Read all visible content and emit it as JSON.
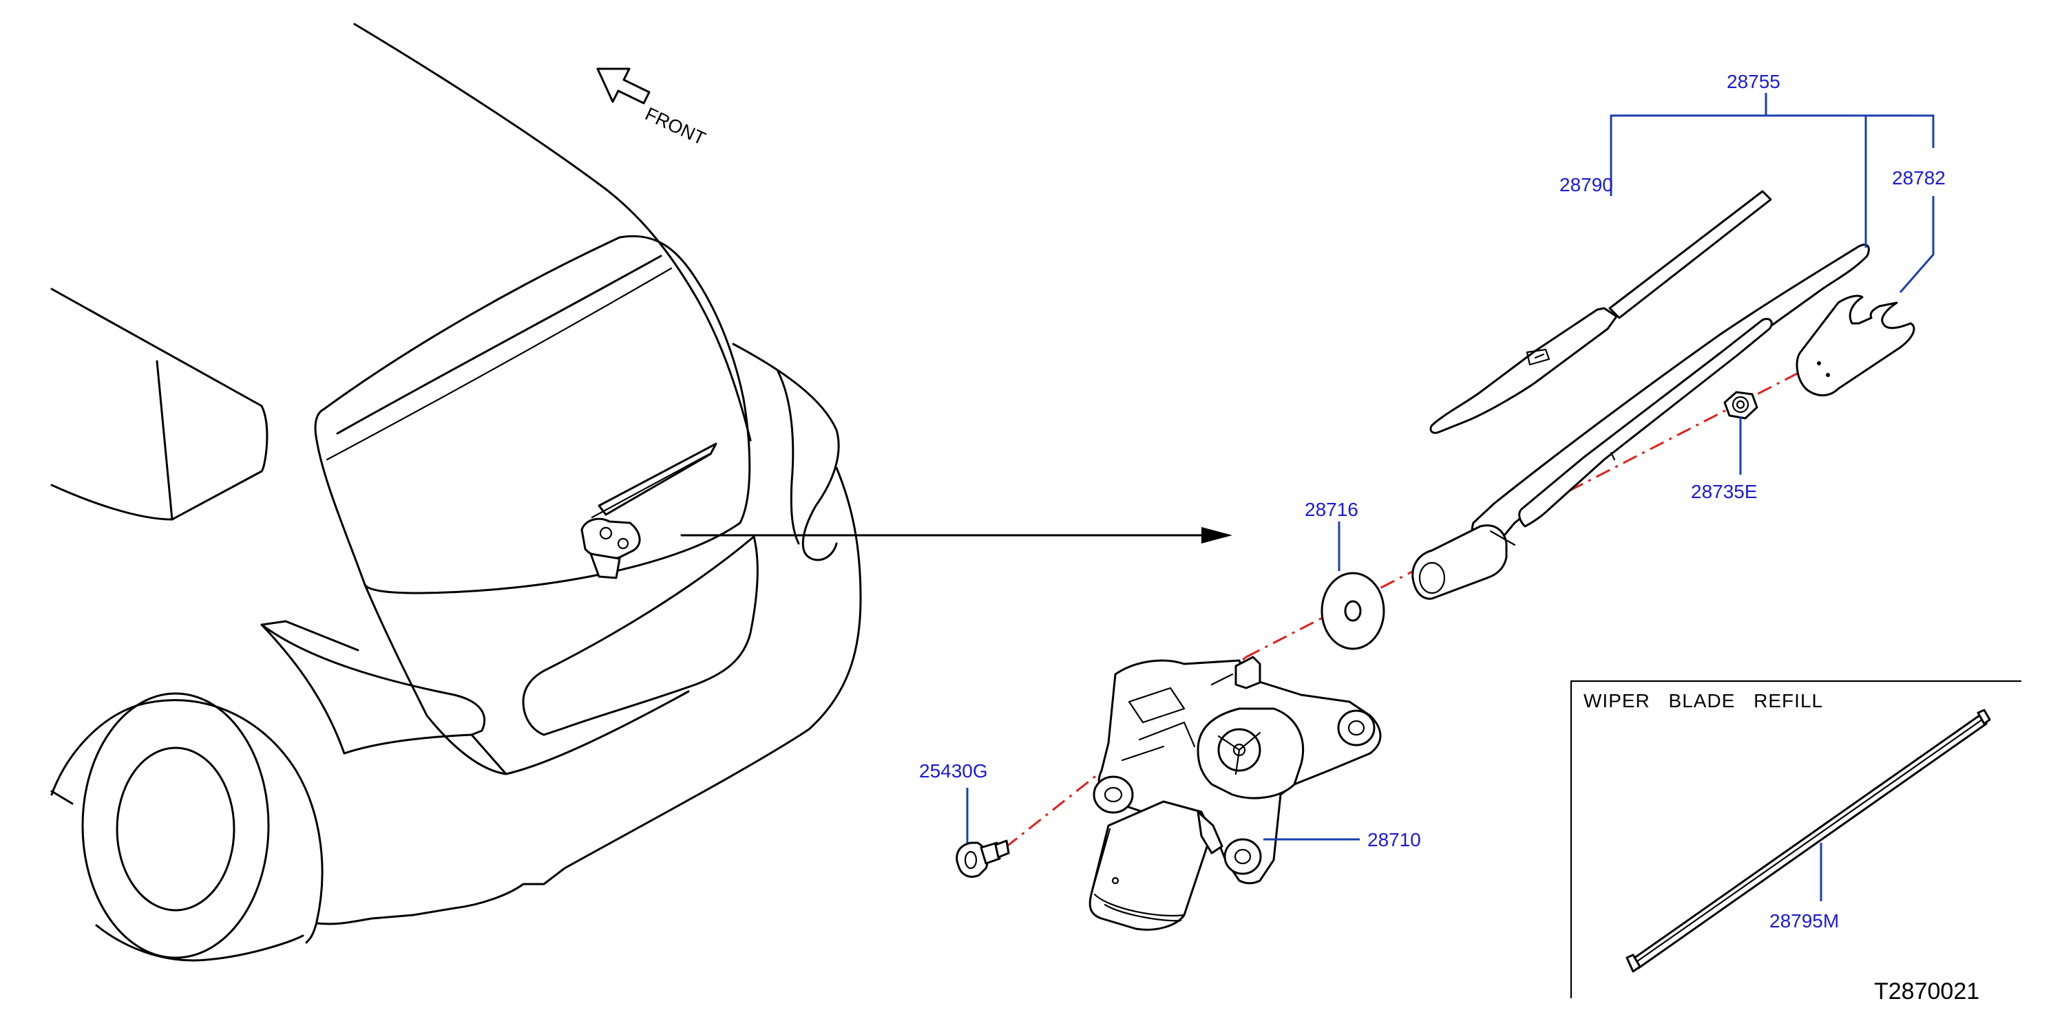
{
  "diagram": {
    "orientation_label": "FRONT",
    "diagram_code": "T2870021",
    "inset_title": "WIPER   BLADE   REFILL",
    "part_numbers": {
      "assembly": "28755",
      "blade": "28790",
      "cap": "28782",
      "nut": "28735E",
      "seal": "28716",
      "motor": "28710",
      "bolt": "25430G",
      "refill": "28795M"
    }
  },
  "colors": {
    "callout_text": "#1a1ad8",
    "leader_line": "#1a3fb0",
    "centerline": "#e0201a",
    "outline": "#000000"
  }
}
